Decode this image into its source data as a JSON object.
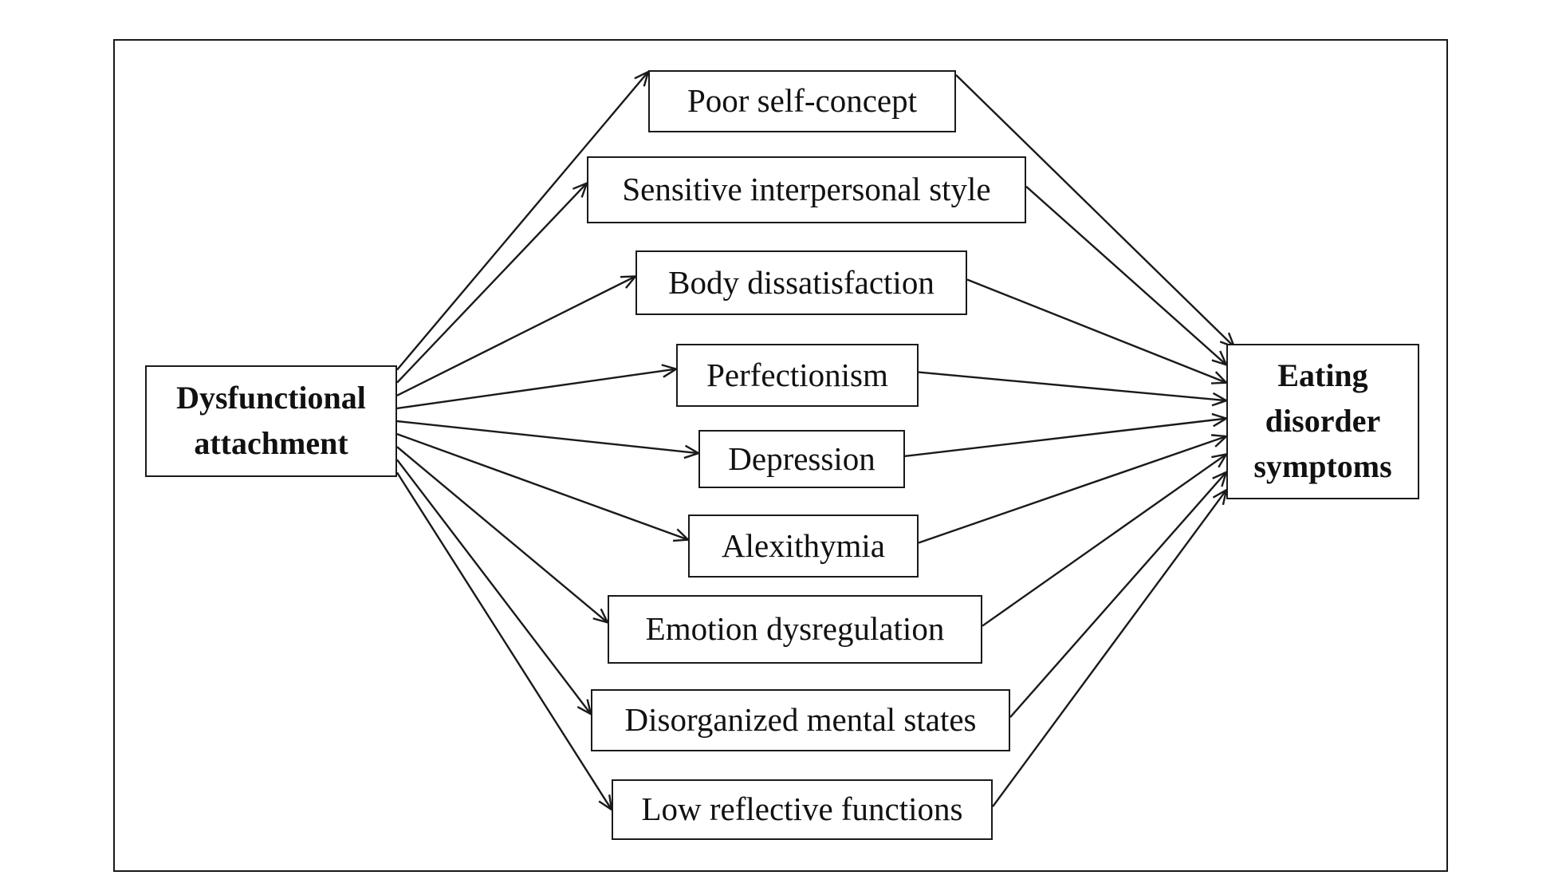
{
  "diagram": {
    "source": {
      "id": "dysfunctional-attachment",
      "lines": [
        "Dysfunctional",
        "attachment"
      ]
    },
    "target": {
      "id": "eating-disorder-symptoms",
      "lines": [
        "Eating",
        "disorder",
        "symptoms"
      ]
    },
    "mediators": [
      {
        "id": "poor-self-concept",
        "label": "Poor self-concept"
      },
      {
        "id": "sensitive-interpersonal-style",
        "label": "Sensitive interpersonal style"
      },
      {
        "id": "body-dissatisfaction",
        "label": "Body dissatisfaction"
      },
      {
        "id": "perfectionism",
        "label": "Perfectionism"
      },
      {
        "id": "depression",
        "label": "Depression"
      },
      {
        "id": "alexithymia",
        "label": "Alexithymia"
      },
      {
        "id": "emotion-dysregulation",
        "label": "Emotion dysregulation"
      },
      {
        "id": "disorganized-mental-states",
        "label": "Disorganized mental states"
      },
      {
        "id": "low-reflective-functions",
        "label": "Low reflective functions"
      }
    ],
    "edges": [
      {
        "from": "dysfunctional-attachment",
        "to": "poor-self-concept"
      },
      {
        "from": "dysfunctional-attachment",
        "to": "sensitive-interpersonal-style"
      },
      {
        "from": "dysfunctional-attachment",
        "to": "body-dissatisfaction"
      },
      {
        "from": "dysfunctional-attachment",
        "to": "perfectionism"
      },
      {
        "from": "dysfunctional-attachment",
        "to": "depression"
      },
      {
        "from": "dysfunctional-attachment",
        "to": "alexithymia"
      },
      {
        "from": "dysfunctional-attachment",
        "to": "emotion-dysregulation"
      },
      {
        "from": "dysfunctional-attachment",
        "to": "disorganized-mental-states"
      },
      {
        "from": "dysfunctional-attachment",
        "to": "low-reflective-functions"
      },
      {
        "from": "poor-self-concept",
        "to": "eating-disorder-symptoms"
      },
      {
        "from": "sensitive-interpersonal-style",
        "to": "eating-disorder-symptoms"
      },
      {
        "from": "body-dissatisfaction",
        "to": "eating-disorder-symptoms"
      },
      {
        "from": "perfectionism",
        "to": "eating-disorder-symptoms"
      },
      {
        "from": "depression",
        "to": "eating-disorder-symptoms"
      },
      {
        "from": "alexithymia",
        "to": "eating-disorder-symptoms"
      },
      {
        "from": "emotion-dysregulation",
        "to": "eating-disorder-symptoms"
      },
      {
        "from": "disorganized-mental-states",
        "to": "eating-disorder-symptoms"
      },
      {
        "from": "low-reflective-functions",
        "to": "eating-disorder-symptoms"
      }
    ]
  }
}
